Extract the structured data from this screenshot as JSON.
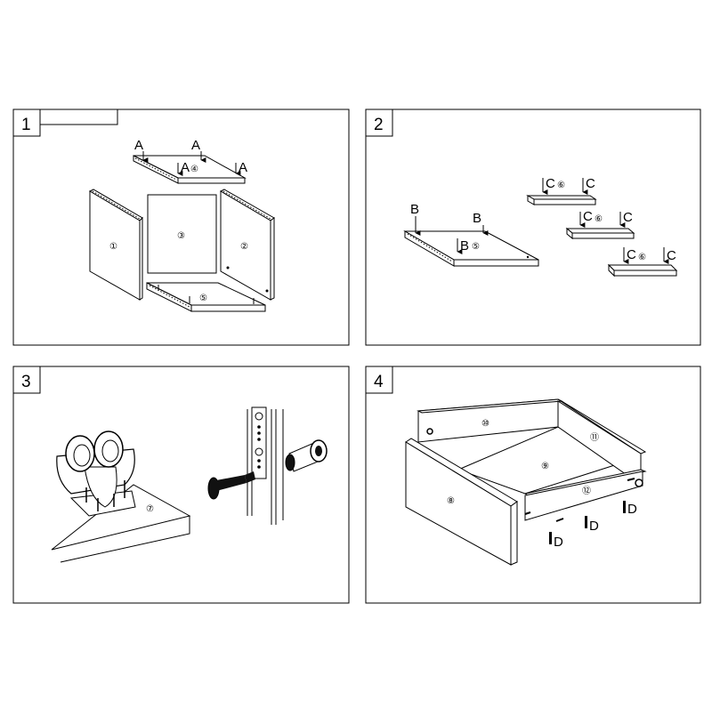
{
  "steps": [
    {
      "number": "1"
    },
    {
      "number": "2"
    },
    {
      "number": "3"
    },
    {
      "number": "4"
    }
  ],
  "step1": {
    "part_numbers": [
      "①",
      "②",
      "③",
      "④",
      "⑤"
    ],
    "fastener_label": "A"
  },
  "step2": {
    "part_numbers": [
      "⑤",
      "⑥",
      "⑥",
      "⑥"
    ],
    "fastener_labels": [
      "B",
      "C"
    ]
  },
  "step3": {
    "part_numbers": [
      "⑦"
    ]
  },
  "step4": {
    "part_numbers": [
      "⑧",
      "⑨",
      "⑩",
      "⑪",
      "⑫"
    ],
    "fastener_label": "D"
  }
}
